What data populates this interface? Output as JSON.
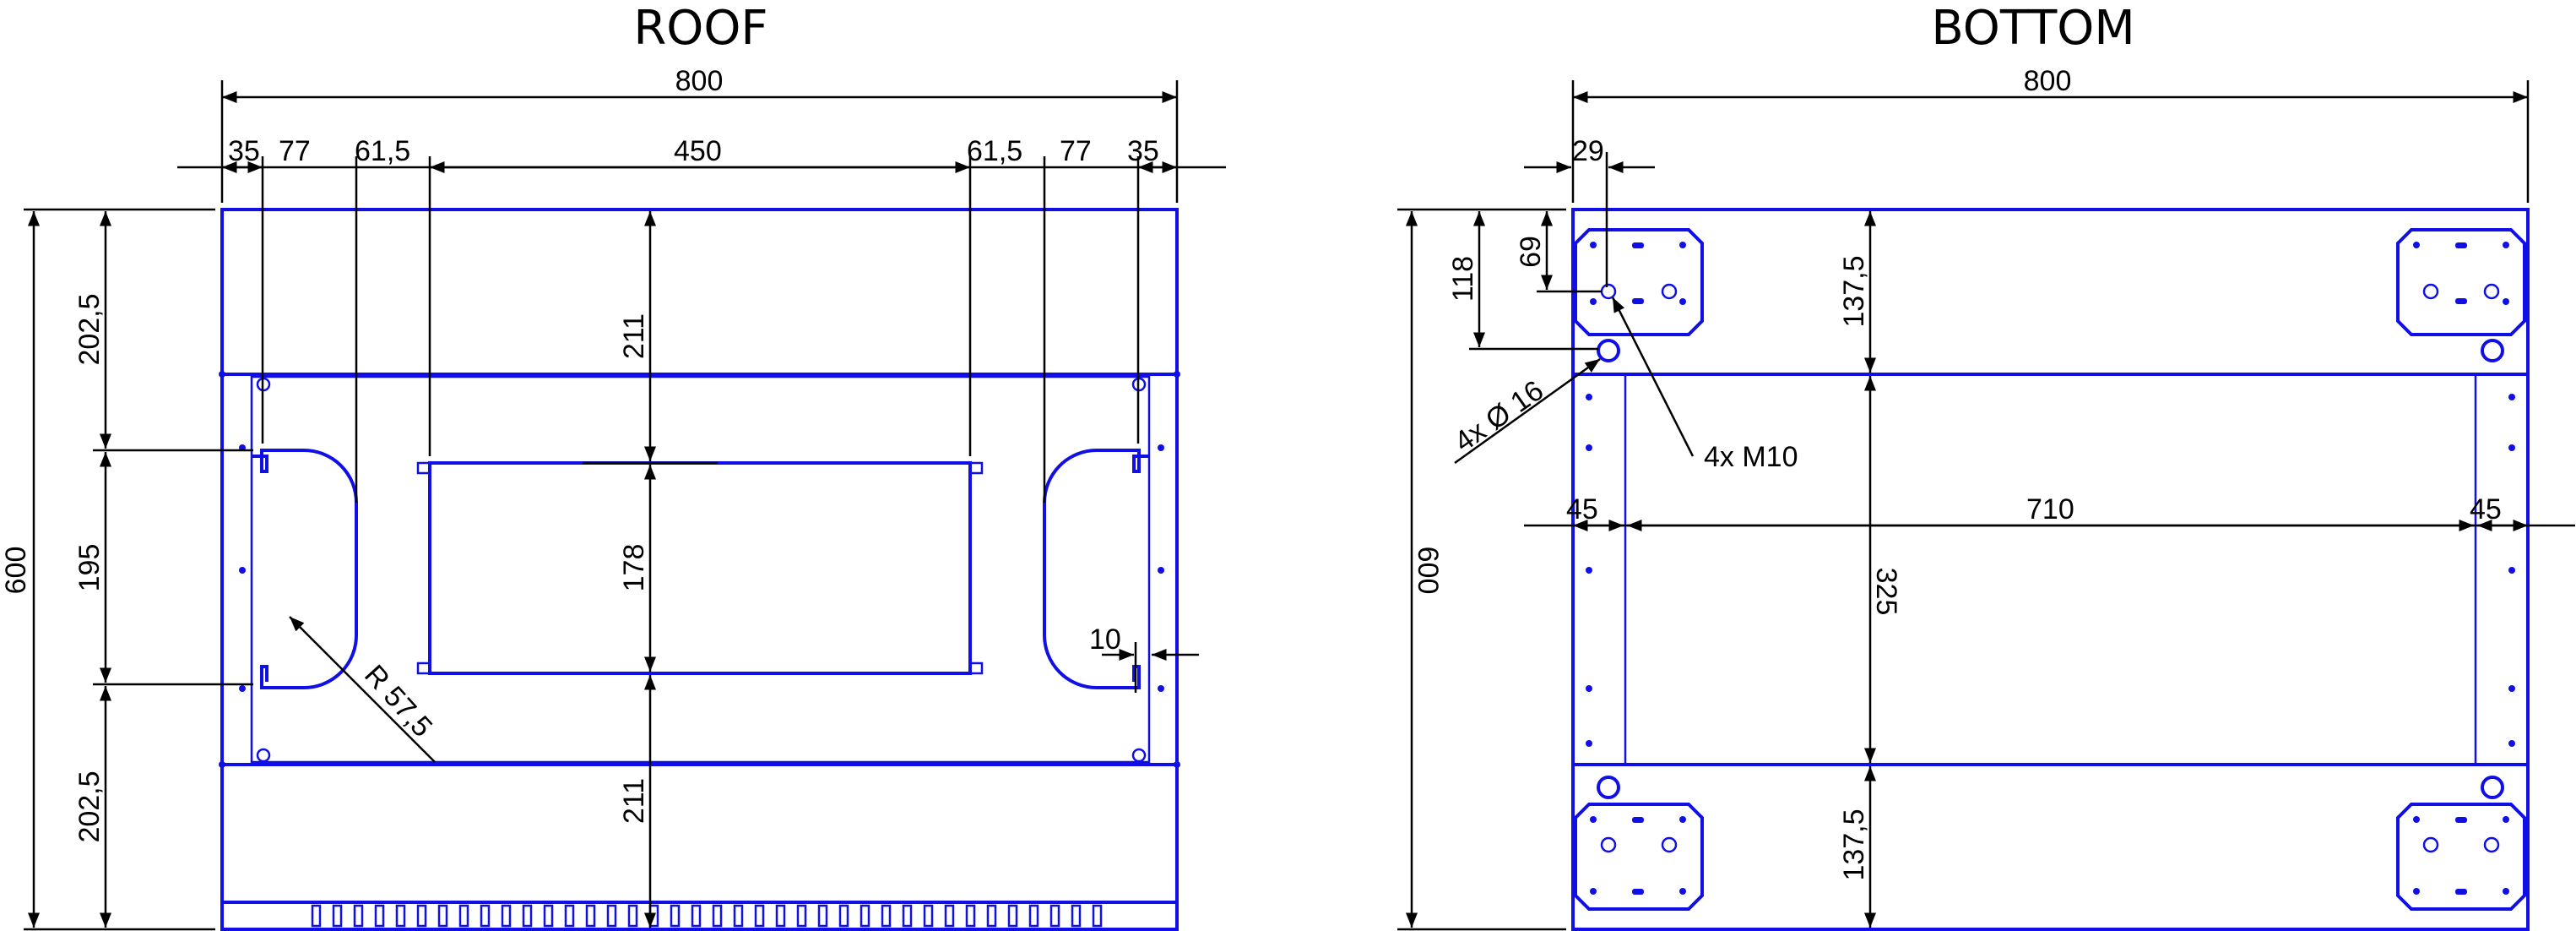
{
  "titles": {
    "roof": "ROOF",
    "bottom": "BOTTOM"
  },
  "roof": {
    "width": "800",
    "top_dims": [
      "35",
      "77",
      "61,5",
      "450",
      "61,5",
      "77",
      "35"
    ],
    "left_dims": {
      "total": "600",
      "upper": "202,5",
      "middle": "195",
      "lower": "202,5"
    },
    "center_dims": {
      "upper": "211",
      "middle": "178",
      "lower": "211"
    },
    "radius": "R 57,5",
    "offset": "10"
  },
  "bottom": {
    "width": "800",
    "corner_offset": "29",
    "small_offset": "69",
    "hole_offset": "118",
    "hole_note": "4x Ø 16",
    "thread_note": "4x M10",
    "height": "600",
    "center_dims": {
      "upper": "137,5",
      "middle": "325",
      "lower": "137,5"
    },
    "span_dims": {
      "left": "45",
      "middle": "710",
      "right": "45"
    }
  },
  "colors": {
    "outline": "#1010e6",
    "dimension": "#000000"
  }
}
